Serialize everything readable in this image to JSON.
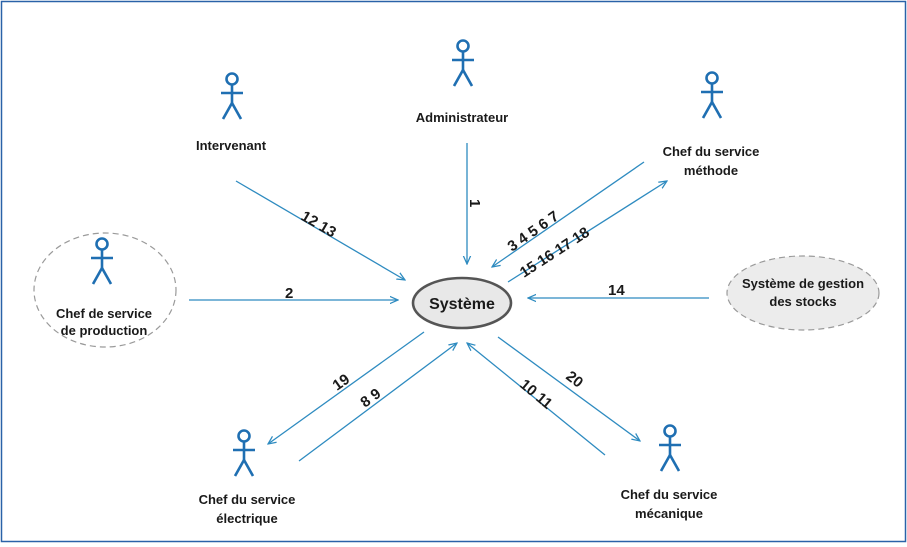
{
  "system": {
    "label": "Système"
  },
  "actors": {
    "intervenant": {
      "label": "Intervenant",
      "icon": "stick-figure-icon"
    },
    "administrateur": {
      "label": "Administrateur",
      "icon": "stick-figure-icon"
    },
    "chef_methode": {
      "line1": "Chef du service",
      "line2": "méthode",
      "icon": "stick-figure-icon"
    },
    "chef_production": {
      "line1": "Chef de service",
      "line2": "de production",
      "icon": "stick-figure-icon"
    },
    "systeme_stocks": {
      "line1": "Système de gestion",
      "line2": "des stocks"
    },
    "chef_electrique": {
      "line1": "Chef du service",
      "line2": "électrique",
      "icon": "stick-figure-icon"
    },
    "chef_mecanique": {
      "line1": "Chef du service",
      "line2": "mécanique",
      "icon": "stick-figure-icon"
    }
  },
  "flows": {
    "intervenant_to_system": "12 13",
    "admin_to_system": "1",
    "methode_to_system": "3 4 5 6 7",
    "system_to_methode": "15 16 17 18",
    "production_to_system": "2",
    "stocks_to_system": "14",
    "system_to_electrique": "19",
    "electrique_to_system": "8 9",
    "mecanique_to_system": "10 11",
    "system_to_mecanique": "20"
  },
  "colors": {
    "actor": "#1f6fb2",
    "arrow": "#2e8bc0",
    "border": "#2a62a8",
    "system_fill": "#e8e8e8",
    "dashed_border": "#9a9a9a",
    "text": "#1a1a1a"
  }
}
